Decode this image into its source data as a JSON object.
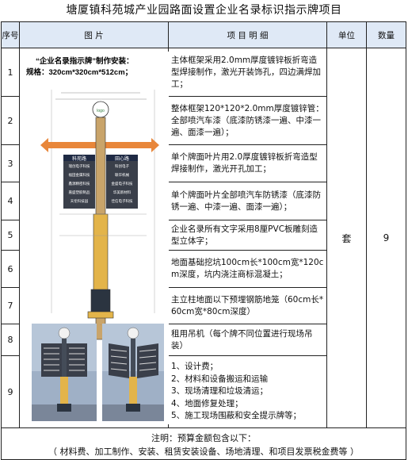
{
  "title": "塘厦镇科苑城产业园路面设置企业名录标识指示牌项目",
  "headers": {
    "seq": "序号",
    "picture": "图    片",
    "item": "项  目  明  细",
    "unit": "单位",
    "qty": "数量"
  },
  "caption": {
    "line1": "“企业名录指示牌”制作安装：",
    "line2": "规格：320cm*320cm*512cm；"
  },
  "rows": [
    {
      "no": "1",
      "desc": "主体框架采用2.0mm厚度镀锌板折弯造型焊接制作，激光开装饰孔，四边满焊加工；"
    },
    {
      "no": "2",
      "desc": "整体框架120*120*2.0mm厚度镀锌管：全部喷汽车漆（底漆防锈漆一遍、中漆一遍、面漆一遍）；"
    },
    {
      "no": "3",
      "desc": "单个牌面叶片用2.0厚度镀锌板折弯造型焊接制作，激光开孔加工；"
    },
    {
      "no": "4",
      "desc": "单个牌面叶片全部喷汽车防锈漆（底漆防锈一遍、中漆一遍、面漆一遍）；"
    },
    {
      "no": "5",
      "desc": "企业名录所有文字采用8厘PVC板雕刻造型立体字；"
    },
    {
      "no": "6",
      "desc": "地面基础挖坑100cm长*100cm宽*120cm深度，坑内浇注商标混凝土；"
    },
    {
      "no": "7",
      "desc": "主立柱地面以下预埋钢筋地笼（60cm长*60cm宽*80cm深度）"
    },
    {
      "no": "8",
      "desc": "租用吊机（每个牌不同位置进行现场吊装）"
    },
    {
      "no": "9",
      "desc_lines": [
        "1、设计费；",
        "2、材料和设备搬运和运输",
        "3、现场清理和垃圾清运；",
        "4、地面修复处理；",
        "5、施工现场围蔽和安全提示牌等；"
      ]
    }
  ],
  "unit": "套",
  "quantity": "9",
  "note": {
    "line1": "注明：预算金额包含以下：",
    "line2": "（  材料费、加工制作、安装、租赁安装设备、场地清理、和项目发票税金费等  ）"
  },
  "sign": {
    "left_dir": "科苑路",
    "right_dir": "田心路",
    "left_names": [
      "瑞创电子科技",
      "福田金属科技",
      "鑫源精密科技",
      "嘉盛塑胶制品",
      "天伦科技园"
    ],
    "right_names": [
      "科创电子",
      "联华机械",
      "金盛电子科技",
      "华美新材料",
      "佳信电子科技"
    ]
  },
  "colors": {
    "header_bg": "#dfe9f6",
    "arrow": "#e8863a",
    "panel": "#3a3f4a",
    "pillar": "#e3b44a",
    "navy": "#1f2a44"
  }
}
